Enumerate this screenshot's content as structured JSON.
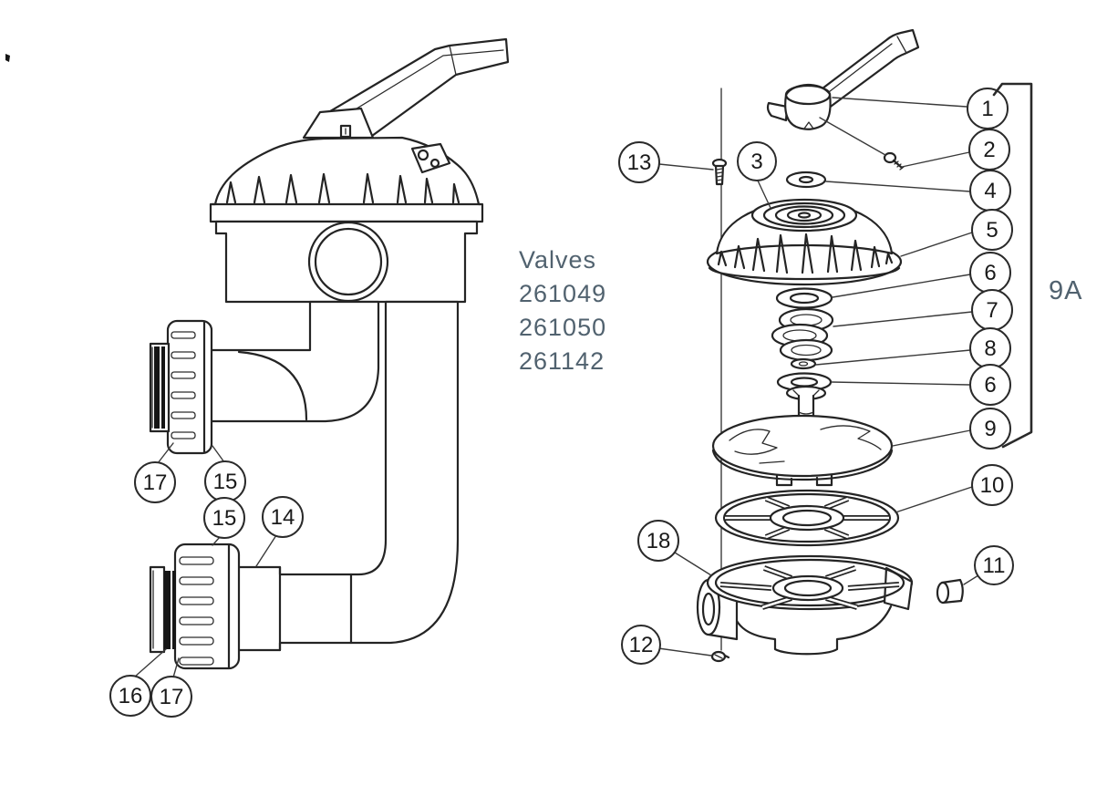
{
  "diagram": {
    "product_label": {
      "title": "Valves",
      "models": [
        "261049",
        "261050",
        "261142"
      ]
    },
    "assembly_bracket_label": "9A",
    "callouts": {
      "left": [
        "17",
        "15",
        "15",
        "14",
        "16",
        "17"
      ],
      "right": [
        "13",
        "3",
        "1",
        "2",
        "4",
        "5",
        "6",
        "7",
        "8",
        "6",
        "9",
        "10",
        "11",
        "12",
        "18"
      ]
    },
    "colors": {
      "line": "#242424",
      "label_text": "#51626f",
      "background": "#ffffff"
    }
  }
}
